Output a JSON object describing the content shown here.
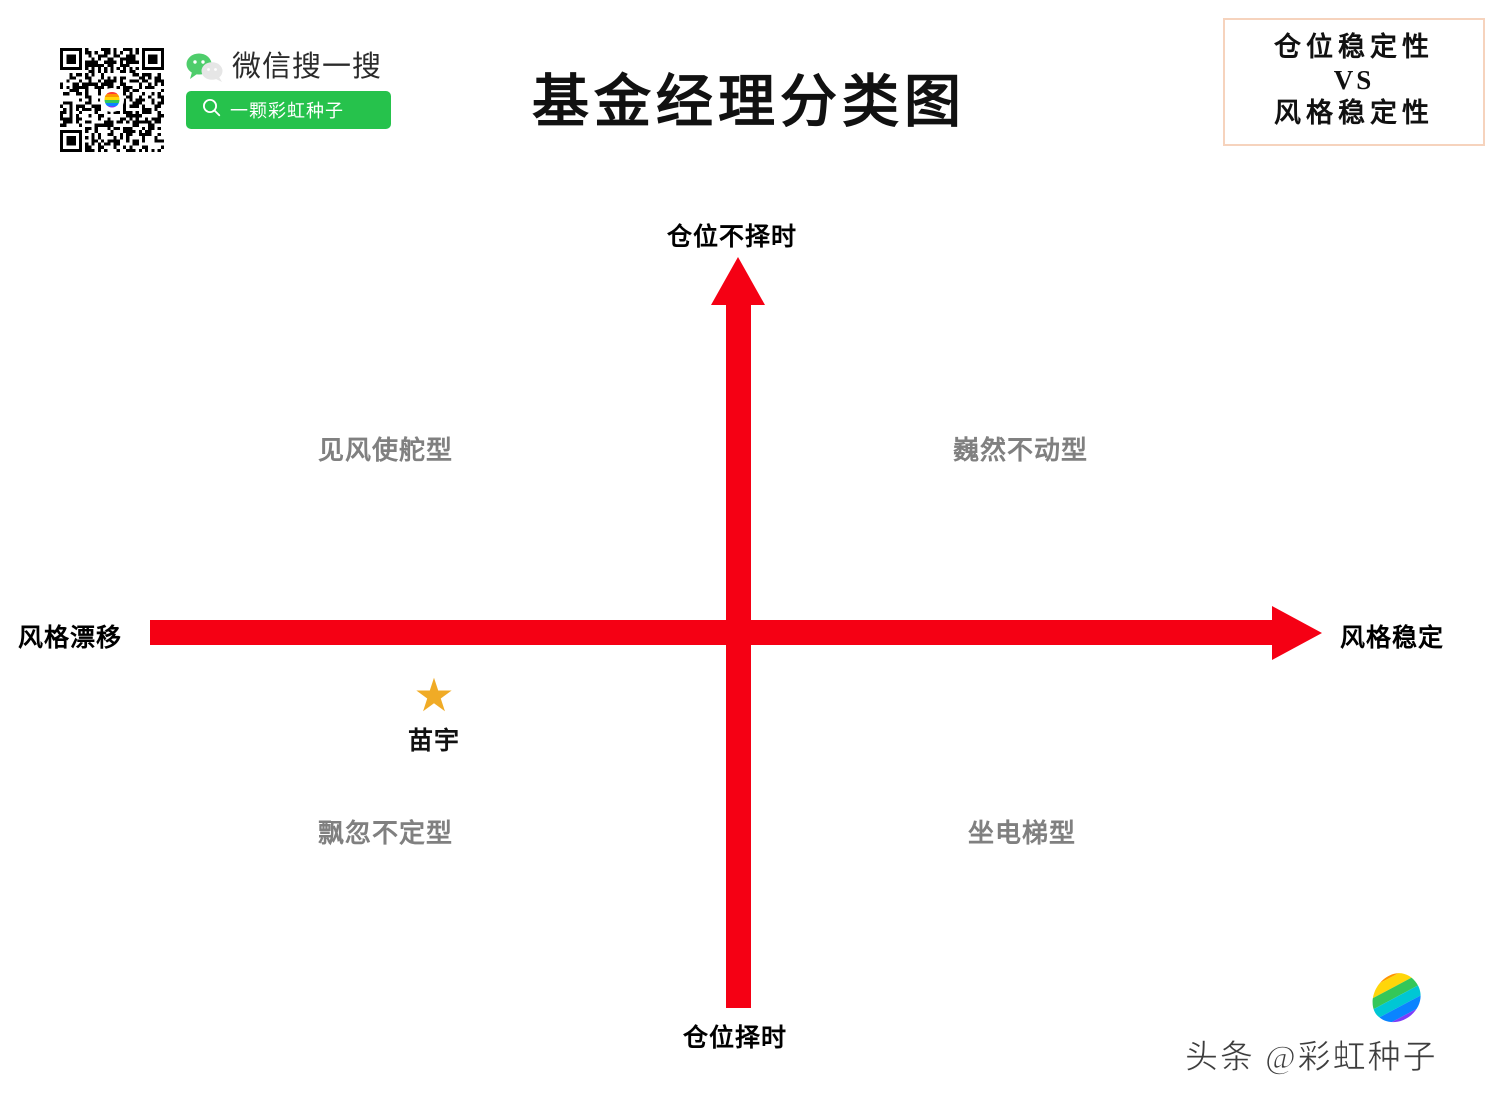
{
  "page": {
    "title": "基金经理分类图",
    "background_color": "#ffffff"
  },
  "promo": {
    "platform_label": "微信搜一搜",
    "search_button_label": "一颗彩虹种子",
    "search_button_color": "#26c24c",
    "qr_center_logo": "rainbow-seed-logo",
    "wechat_icon": "wechat-bubbles-icon",
    "search_icon": "search-icon"
  },
  "caption_box": {
    "line1": "仓位稳定性",
    "line2": "VS",
    "line3": "风格稳定性",
    "border_color": "#f6d3bd"
  },
  "chart_data": {
    "type": "scatter",
    "title": "基金经理分类图",
    "axis_color": "#f50014",
    "quadrant_label_color": "#808080",
    "xlabel_left": "风格漂移",
    "xlabel_right": "风格稳定",
    "ylabel_top": "仓位不择时",
    "ylabel_bottom": "仓位择时",
    "xlim": [
      -1,
      1
    ],
    "ylim": [
      -1,
      1
    ],
    "grid": false,
    "legend": "none",
    "quadrants": [
      {
        "position": "top-left",
        "label": "见风使舵型"
      },
      {
        "position": "top-right",
        "label": "巍然不动型"
      },
      {
        "position": "bottom-left",
        "label": "飘忽不定型"
      },
      {
        "position": "bottom-right",
        "label": "坐电梯型"
      }
    ],
    "points": [
      {
        "name": "苗宇",
        "marker": "star",
        "marker_color": "#f0ab26",
        "quadrant": "bottom-left",
        "x": -0.52,
        "y": -0.13
      }
    ]
  },
  "watermark": {
    "text": "头条 @彩虹种子",
    "logo": "rainbow-seed-logo"
  }
}
